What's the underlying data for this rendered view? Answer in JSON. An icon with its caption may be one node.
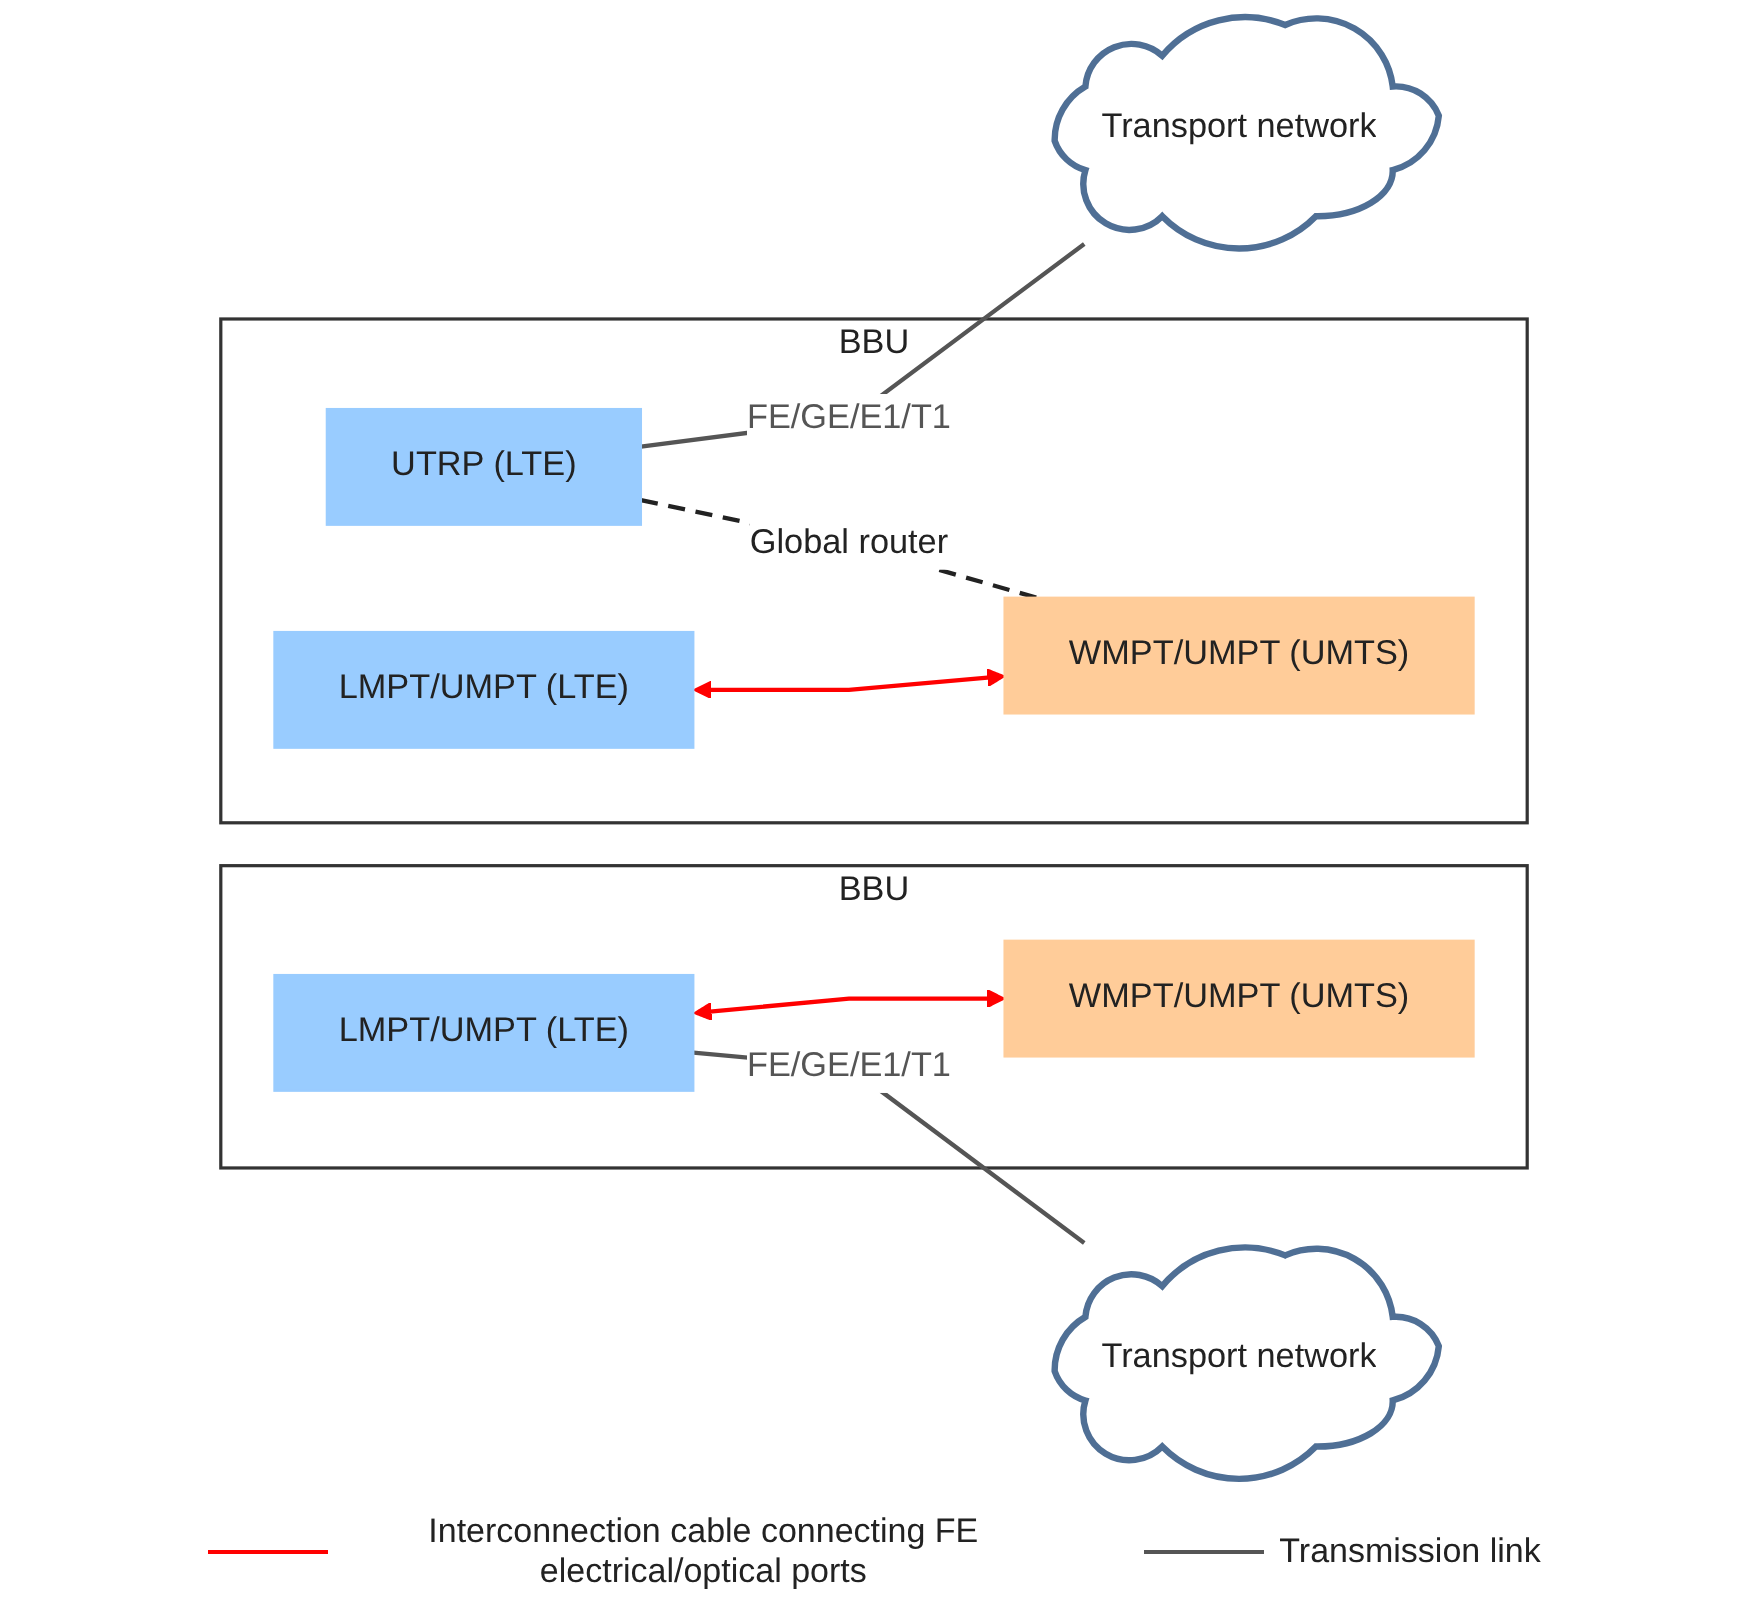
{
  "diagram": {
    "nodes": [
      {
        "text": [
          "BBU"
        ]
      },
      {
        "text": [
          "LMPT/UMPT (LTE)"
        ],
        "in": 0
      },
      {
        "text": [
          "WMPT/UMPT (UMTS)"
        ],
        "in": 0
      },
      {
        "text": [
          "Transport network"
        ]
      },
      {
        "text": [
          "BBU"
        ]
      },
      {
        "text": [
          "UTRP (LTE)"
        ],
        "in": 4
      },
      {
        "text": [
          "LMPT/UMPT (LTE)"
        ],
        "in": 4
      },
      {
        "text": [
          "WMPT/UMPT (UMTS)"
        ],
        "in": 4
      },
      {
        "text": [
          "Transport network"
        ]
      }
    ],
    "edges": [
      {
        "from": 1,
        "to": 2,
        "arrow": "both",
        "color": "#ff0000"
      },
      {
        "from": 1,
        "to": 3,
        "arrow": "none",
        "label": "FE/GE/E1/T1",
        "color": "#555555"
      },
      {
        "from": 5,
        "to": 8,
        "arrow": "none",
        "label": "FE/GE/E1/T1",
        "color": "#555555"
      },
      {
        "from": 5,
        "to": 7,
        "arrow": "none",
        "style": "dashed",
        "label": "Global router",
        "color": "#222222"
      },
      {
        "from": 6,
        "to": 7,
        "arrow": "both",
        "color": "#ff0000"
      }
    ],
    "legend": [
      {
        "text": "Interconnection cable connecting FE electrical/optical ports"
      },
      {
        "text": "Transmission link"
      }
    ]
  }
}
